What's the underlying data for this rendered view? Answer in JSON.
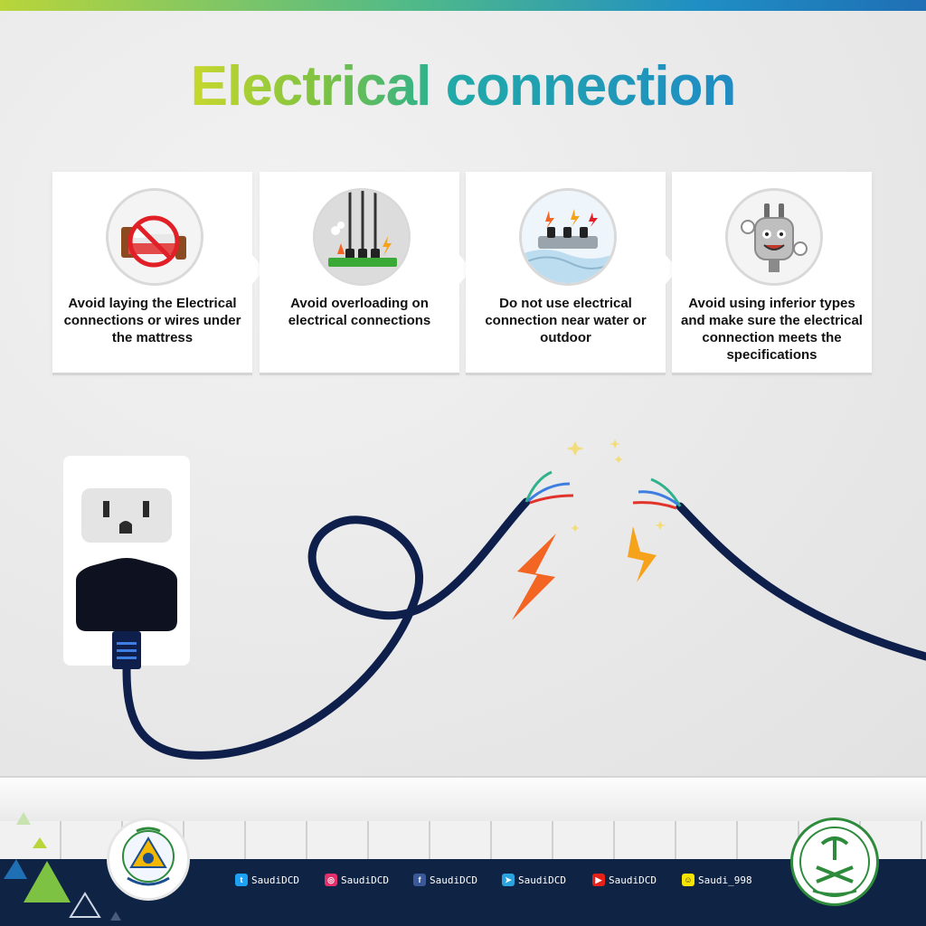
{
  "title": {
    "part1": "Electrical",
    "part2": "connection"
  },
  "cards": [
    {
      "text": "Avoid laying the Electrical connections or wires under the mattress",
      "icon": "bed-no-icon"
    },
    {
      "text": "Avoid overloading on electrical connections",
      "icon": "overload-plugs-icon"
    },
    {
      "text": "Do not use electrical connection near water or outdoor",
      "icon": "power-strip-water-icon"
    },
    {
      "text": "Avoid using inferior types and make sure the electrical connection meets the specifications",
      "icon": "happy-plug-icon"
    }
  ],
  "social": [
    {
      "platform": "twitter",
      "handle": "SaudiDCD",
      "color": "#1da1f2",
      "glyph": "t"
    },
    {
      "platform": "instagram",
      "handle": "SaudiDCD",
      "color": "#e1306c",
      "glyph": "◎"
    },
    {
      "platform": "facebook",
      "handle": "SaudiDCD",
      "color": "#3b5998",
      "glyph": "f"
    },
    {
      "platform": "telegram",
      "handle": "SaudiDCD",
      "color": "#2aa3df",
      "glyph": "➤"
    },
    {
      "platform": "youtube",
      "handle": "SaudiDCD",
      "color": "#e62117",
      "glyph": "▶"
    },
    {
      "platform": "snapchat",
      "handle": "Saudi_998",
      "color": "#f7e500",
      "glyph": "☺"
    }
  ],
  "colors": {
    "footer": "#0f2344",
    "cable": "#0e1f4b",
    "spark": "#f26522",
    "brand_green": "#2e8b3c"
  }
}
